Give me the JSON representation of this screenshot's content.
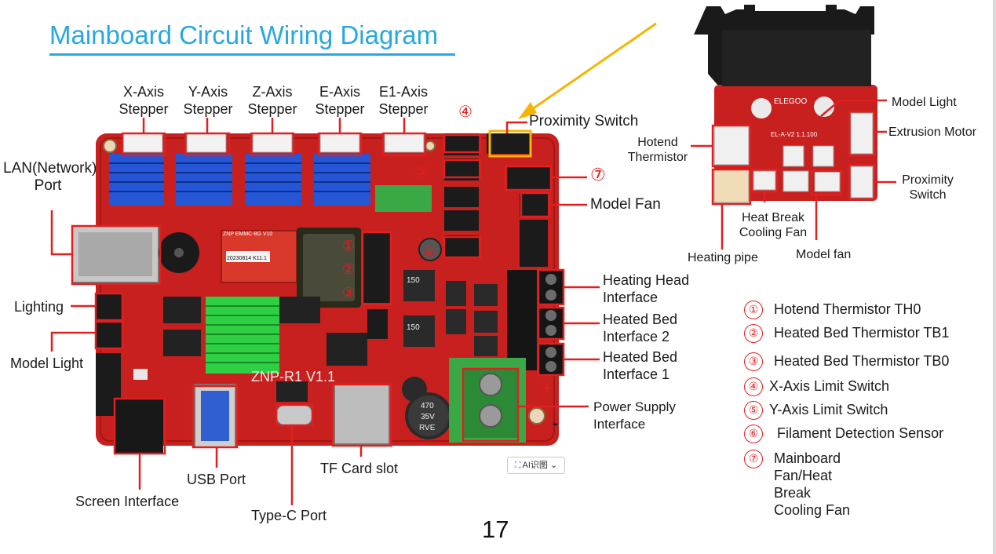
{
  "title": "Mainboard Circuit Wiring Diagram",
  "page_number": "17",
  "ai_button": "AI识图",
  "labels": {
    "x_axis": "X-Axis\nStepper",
    "y_axis": "Y-Axis\nStepper",
    "z_axis": "Z-Axis\nStepper",
    "e_axis": "E-Axis\nStepper",
    "e1_axis": "E1-Axis\nStepper",
    "proximity_switch": "Proximity Switch",
    "lan_port": "LAN(Network)\nPort",
    "lighting": "Lighting",
    "model_light_left": "Model Light",
    "model_fan_main": "Model Fan",
    "heating_head": "Heating Head\nInterface",
    "heated_bed_2": "Heated Bed\nInterface 2",
    "heated_bed_1": "Heated Bed\nInterface 1",
    "power_supply": "Power Supply\nInterface",
    "screen_interface": "Screen Interface",
    "usb_port": "USB  Port",
    "type_c": "Type-C Port",
    "tf_card": "TF Card slot",
    "hotend_thermistor": "Hotend\nThermistor",
    "model_light_right": "Model Light",
    "extrusion_motor": "Extrusion Motor",
    "proximity_switch_right": "Proximity\nSwitch",
    "heat_break_fan": "Heat Break\nCooling Fan",
    "heating_pipe": "Heating pipe",
    "model_fan_small": "Model fan",
    "plus": "+",
    "minus": "-"
  },
  "board_markings": {
    "main_board": "ZNP-R1 V1.1",
    "emmc": "ZNP EMMC-8G V10",
    "emmc_date": "20230814 K11.1",
    "adapter_brand": "ELEGOO",
    "adapter_model": "EL-A-V2 1.1.100",
    "cap_470": "470\n35V\nRVE",
    "cap_150": "150"
  },
  "circled": {
    "c4": "④",
    "c5": "⑤",
    "c6": "⑥",
    "c7": "⑦",
    "c1": "①",
    "c2": "②",
    "c3": "③"
  },
  "legend": [
    {
      "num": "①",
      "text": "Hotend Thermistor TH0"
    },
    {
      "num": "②",
      "text": "Heated Bed Thermistor  TB1"
    },
    {
      "num": "③",
      "text": "Heated Bed Thermistor  TB0"
    },
    {
      "num": "④",
      "text": "X-Axis Limit Switch"
    },
    {
      "num": "⑤",
      "text": "Y-Axis Limit Switch"
    },
    {
      "num": "⑥",
      "text": "Filament Detection Sensor"
    },
    {
      "num": "⑦",
      "text": "Mainboard Fan/Heat Break\nCooling  Fan"
    }
  ],
  "colors": {
    "title": "#29a8e0",
    "board": "#c8201e",
    "callout": "#e02020",
    "heatsink_blue": "#2456d6",
    "heatsink_green": "#2fcf43",
    "terminal_green": "#3aa845",
    "arrow": "#f5b400"
  }
}
